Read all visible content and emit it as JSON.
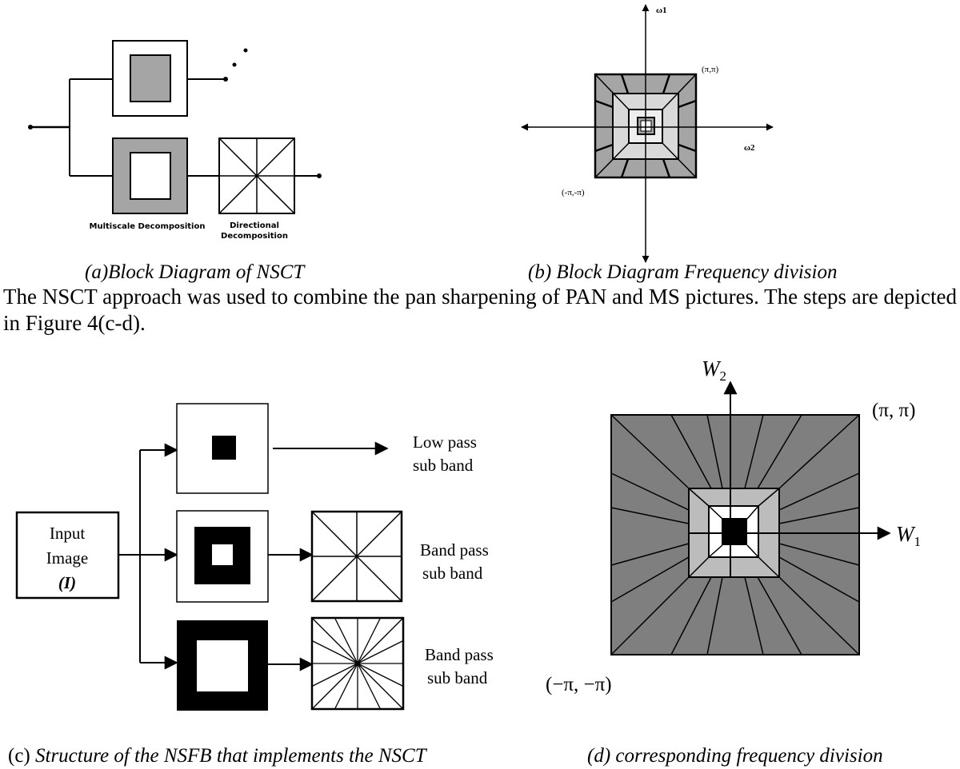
{
  "diagram_a": {
    "caption": "(a)Block Diagram of NSCT",
    "label_multiscale": "Multiscale Decomposition",
    "label_directional_line1": "Directional",
    "label_directional_line2": "Decomposition"
  },
  "diagram_b": {
    "caption": "(b) Block Diagram Frequency division",
    "axis_vertical": "ω1",
    "axis_horizontal": "ω2",
    "corner_top_right": "(π,π)",
    "corner_bottom_left": "(-π,-π)"
  },
  "paragraph": "The NSCT approach was used to combine the pan sharpening of PAN and MS pictures. The steps are depicted in Figure 4(c-d).",
  "diagram_c": {
    "caption_prefix": "(c) ",
    "caption_text": "Structure of the NSFB that implements the NSCT",
    "input_line1": "Input",
    "input_line2": "Image",
    "input_line3": "(I)",
    "low_pass_line1": "Low pass",
    "low_pass_line2": "sub band",
    "band_pass_1_line1": "Band pass",
    "band_pass_1_line2": "sub band",
    "band_pass_2_line1": "Band pass",
    "band_pass_2_line2": "sub band"
  },
  "diagram_d": {
    "caption": "(d) corresponding frequency division",
    "axis_vertical_base": "W",
    "axis_vertical_sub": "2",
    "axis_horizontal_base": "W",
    "axis_horizontal_sub": "1",
    "corner_top_right": "(π, π)",
    "corner_bottom_left": "(−π, −π)"
  },
  "colors": {
    "dark_gray": "#7f7f7f",
    "mid_gray": "#a5a5a5",
    "light_gray": "#bcbcbc",
    "lighter_gray": "#d9d9d9",
    "black": "#000000"
  }
}
